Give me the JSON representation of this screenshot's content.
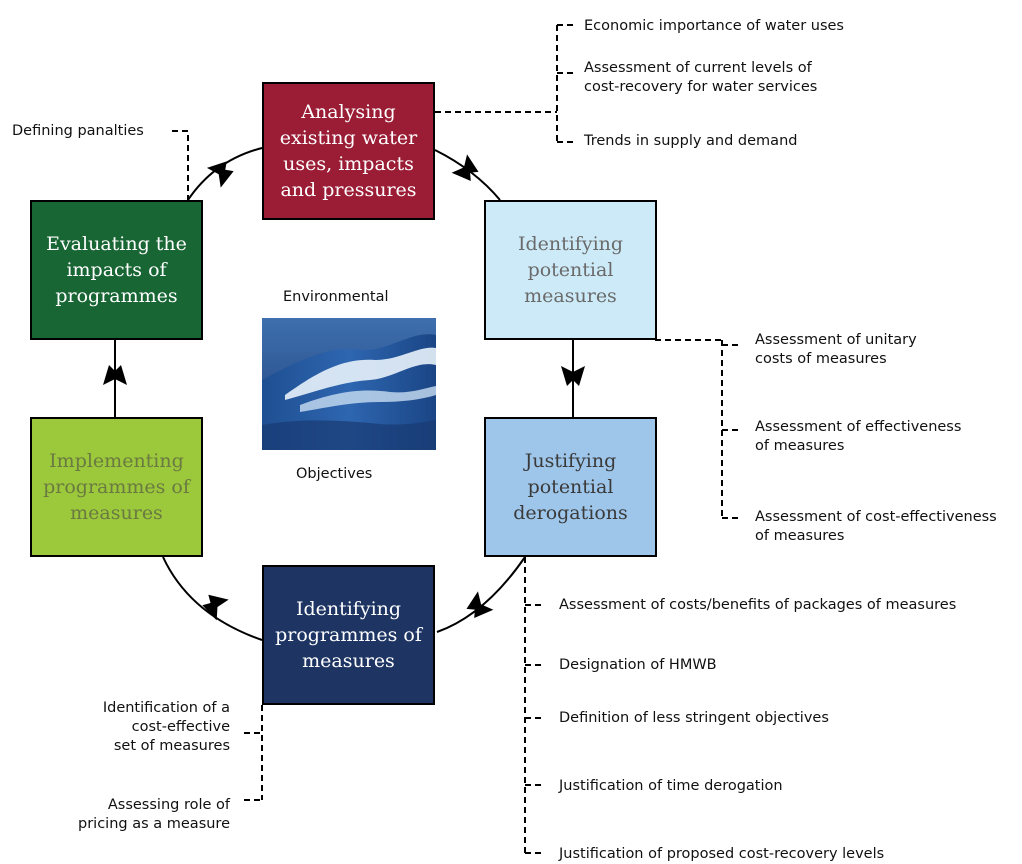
{
  "boxes": {
    "analysing": {
      "label": "Analysing\nexisting water\nuses, impacts\nand pressures",
      "bg": "#9a1d35",
      "fg": "#ffffff"
    },
    "identifying_measures": {
      "label": "Identifying\npotential\nmeasures",
      "bg": "#cdeaf8",
      "fg": "#6a6a6a"
    },
    "justifying": {
      "label": "Justifying\npotential\nderogations",
      "bg": "#9ec6ea",
      "fg": "#3a3a3a"
    },
    "identifying_programmes": {
      "label": "Identifying\nprogrammes of\nmeasures",
      "bg": "#1e3564",
      "fg": "#ffffff"
    },
    "implementing": {
      "label": "Implementing\nprogrammes of\nmeasures",
      "bg": "#9cc83c",
      "fg": "#6a7a40"
    },
    "evaluating": {
      "label": "Evaluating the\nimpacts of\nprogrammes",
      "bg": "#186634",
      "fg": "#ffffff"
    }
  },
  "center": {
    "top_label": "Environmental",
    "bottom_label": "Objectives"
  },
  "notes": {
    "economic_importance": "Economic importance of water uses",
    "cost_recovery_levels": "Assessment of current levels of\ncost-recovery for water services",
    "trends": "Trends in supply and demand",
    "defining_penalties": "Defining panalties",
    "unitary_costs": "Assessment of unitary\ncosts of measures",
    "effectiveness": "Assessment of effectiveness\nof measures",
    "cost_effectiveness": "Assessment of cost-effectiveness\nof measures",
    "costs_benefits": "Assessment of costs/benefits of packages of measures",
    "hmwb": "Designation of HMWB",
    "less_stringent": "Definition of less stringent objectives",
    "time_derogation": "Justification of time derogation",
    "proposed_cost_recovery": "Justification of proposed cost-recovery levels",
    "cost_effective_set": "Identification of a\ncost-effective\nset of measures",
    "pricing_role": "Assessing role of\npricing as a measure"
  }
}
